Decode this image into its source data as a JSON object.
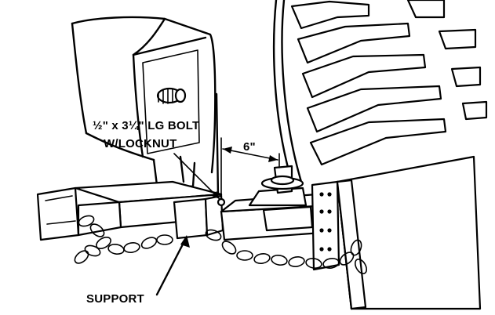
{
  "labels": {
    "bolt_line1": "½\" x 3¼\" LG BOLT",
    "bolt_line2": "W/LOCKNUT",
    "dimension": "6\"",
    "support": "SUPPORT"
  }
}
